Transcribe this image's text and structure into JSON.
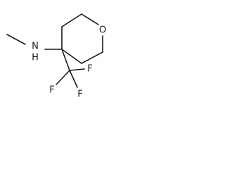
{
  "molecule": {
    "atoms": {
      "oxygen": "O",
      "nitrogen": "N",
      "hydrogen": "H",
      "fluorine_1": "F",
      "fluorine_2": "F",
      "fluorine_3": "F"
    }
  }
}
